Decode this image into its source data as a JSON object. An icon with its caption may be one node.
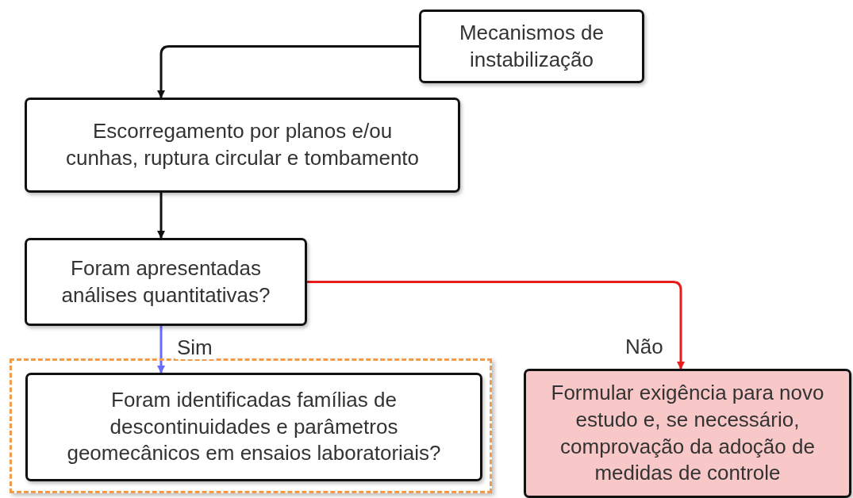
{
  "diagram": {
    "nodes": [
      {
        "text": [
          "Mecanismos de instabilização"
        ]
      },
      {
        "text": [
          "Escorregamento por planos e/ou cunhas, ruptura circular e tombamento"
        ]
      },
      {
        "text": [
          "Foram apresentadas análises quantitativas?"
        ]
      },
      {
        "text": [],
        "shape": "box"
      },
      {
        "text": [
          "Foram identificadas famílias de descontinuidades e parâmetros geomecânicos em ensaios laboratoriais?"
        ],
        "in": 3
      },
      {
        "text": [
          "Formular exigência para novo estudo e, se necessário, comprovação da adoção de medidas de controle"
        ]
      }
    ],
    "edges": [
      {
        "from": 0,
        "to": 1,
        "arrow": "to"
      },
      {
        "from": 1,
        "to": 2,
        "arrow": "to"
      },
      {
        "from": 2,
        "to": 4,
        "arrow": "to",
        "label": "Sim",
        "color": "#6a6aff"
      },
      {
        "from": 2,
        "to": 5,
        "arrow": "to",
        "label": "Não",
        "color": "#e81c1c"
      }
    ]
  }
}
